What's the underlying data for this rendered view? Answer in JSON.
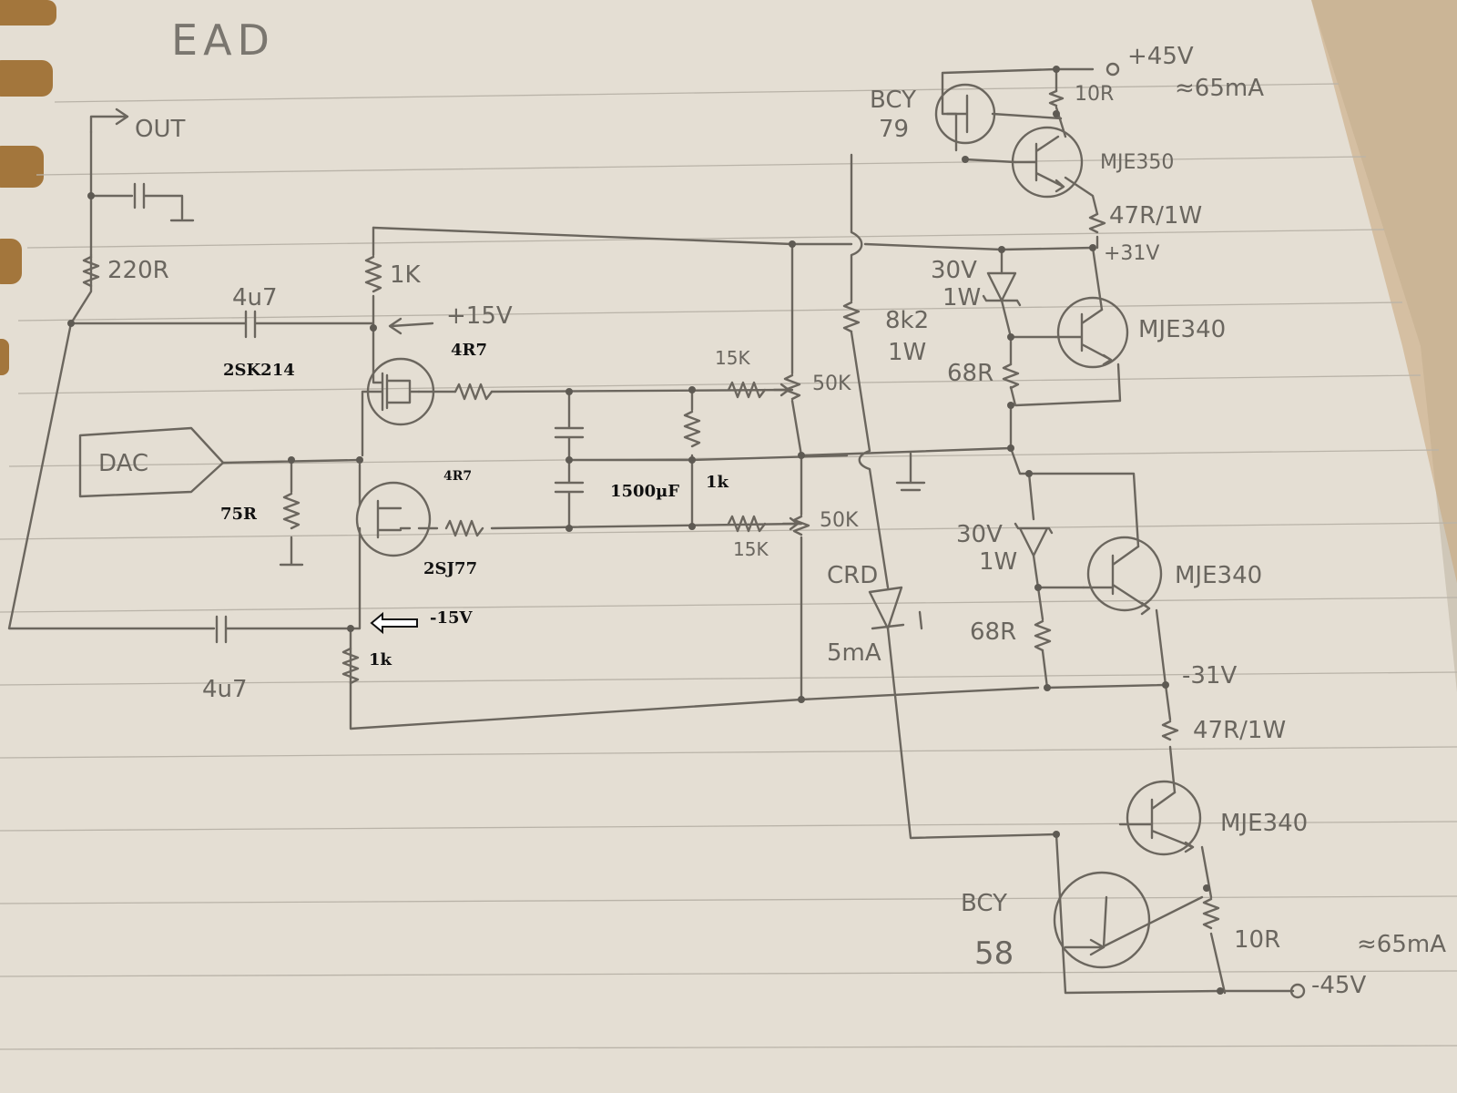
{
  "title": "EAD",
  "labels": {
    "out": "OUT",
    "r220": "220R",
    "c4u7": "4u7",
    "r1k_top": "1K",
    "plus15": "+15V",
    "jfet_n": "2SK214",
    "r4r7_a": "4R7",
    "r4r7_b": "4R7",
    "dac": "DAC",
    "r75": "75R",
    "jfet_p": "2SJ77",
    "minus15": "-15V",
    "r1k_bot": "1k",
    "c4u7_b": "4u7",
    "cap1500": "1500µF",
    "r1k_mid": "1k",
    "r15k_a": "15K",
    "r15k_b": "15K",
    "pot50k_a": "50K",
    "pot50k_b": "50K",
    "crd": "CRD",
    "crd_current": "5mA",
    "r8k2": "8k2",
    "r8k2_w": "1W",
    "z30v_a": "30V",
    "z1w_a": "1W",
    "r68_a": "68R",
    "z30v_b": "30V",
    "z1w_b": "1W",
    "r68_b": "68R",
    "bcy79": "BCY",
    "bcy79_num": "79",
    "plus45": "+45V",
    "i65_top": "≈65mA",
    "r10_top": "10R",
    "mje350": "MJE350",
    "r47_top": "47R/1W",
    "plus31": "+31V",
    "mje340_a": "MJE340",
    "mje340_b": "MJE340",
    "minus31": "-31V",
    "r47_bot": "47R/1W",
    "mje340_c": "MJE340",
    "bcy58": "BCY",
    "bcy58_num": "58",
    "r10_bot": "10R",
    "i65_bot": "≈65mA",
    "minus45": "-45V"
  }
}
